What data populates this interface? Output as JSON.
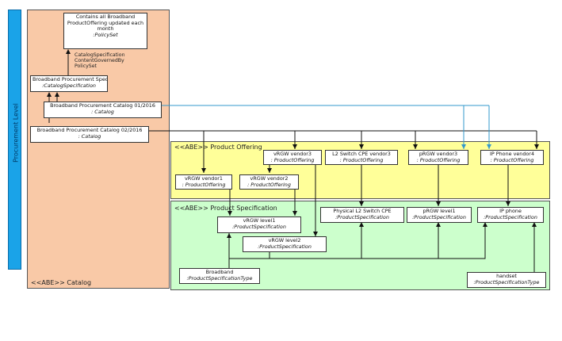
{
  "band": {
    "label": "Procurement Level"
  },
  "panels": {
    "catalog": "<<ABE>> Catalog",
    "offering": "<<ABE>> Product Offering",
    "spec": "<<ABE>> Product Specification"
  },
  "catalog": {
    "note_box": {
      "text": "Contains all Broadband ProductOffering updated each month",
      "type": ":PolicySet"
    },
    "governed_label": "CatalogSpecification ContentGovernedBy PolicySet",
    "spec": {
      "name": "Broadband Procurement Spec",
      "type": ":CatalogSpecification"
    },
    "cat1": {
      "name": "Broadband Procurement Catalog 01/2016",
      "type": ": Catalog"
    },
    "cat2": {
      "name": "Broadband Procurement Catalog 02/2016",
      "type": ": Catalog"
    }
  },
  "offerings": {
    "vrgw1": {
      "name": "vRGW vendor1",
      "type": ": ProductOffering"
    },
    "vrgw2": {
      "name": "vRGW vendor2",
      "type": ": ProductOffering"
    },
    "vrgw3": {
      "name": "vRGW vendor3",
      "type": ": ProductOffering"
    },
    "l2": {
      "name": "L2 Switch CPE vendor3",
      "type": ": ProductOffering"
    },
    "prgw3": {
      "name": "pRGW vendor3",
      "type": ": ProductOffering"
    },
    "ipphone4": {
      "name": "IP Phone vendor4",
      "type": ": ProductOffering"
    }
  },
  "specs": {
    "vrgw_l1": {
      "name": "vRGW level1",
      "type": ":ProductSpecification"
    },
    "vrgw_l2": {
      "name": "vRGW level2",
      "type": ":ProductSpecification"
    },
    "phys_l2": {
      "name": "Physical L2 Switch CPE",
      "type": ":ProductSpecification"
    },
    "prgw_l1": {
      "name": "pRGW level1",
      "type": ":ProductSpecification"
    },
    "ip_phone": {
      "name": "IP phone",
      "type": ":ProductSpecification"
    },
    "broadband": {
      "name": "Broadband",
      "type": ":ProductSpecificationType"
    },
    "handset": {
      "name": "handset",
      "type": ":ProductSpecificationType"
    }
  },
  "colors": {
    "band": "#1aa3e8",
    "catalog": "#f9c9a7",
    "offering": "#ffff99",
    "spec": "#ccffcc",
    "catalog1_link": "#3399cc"
  }
}
